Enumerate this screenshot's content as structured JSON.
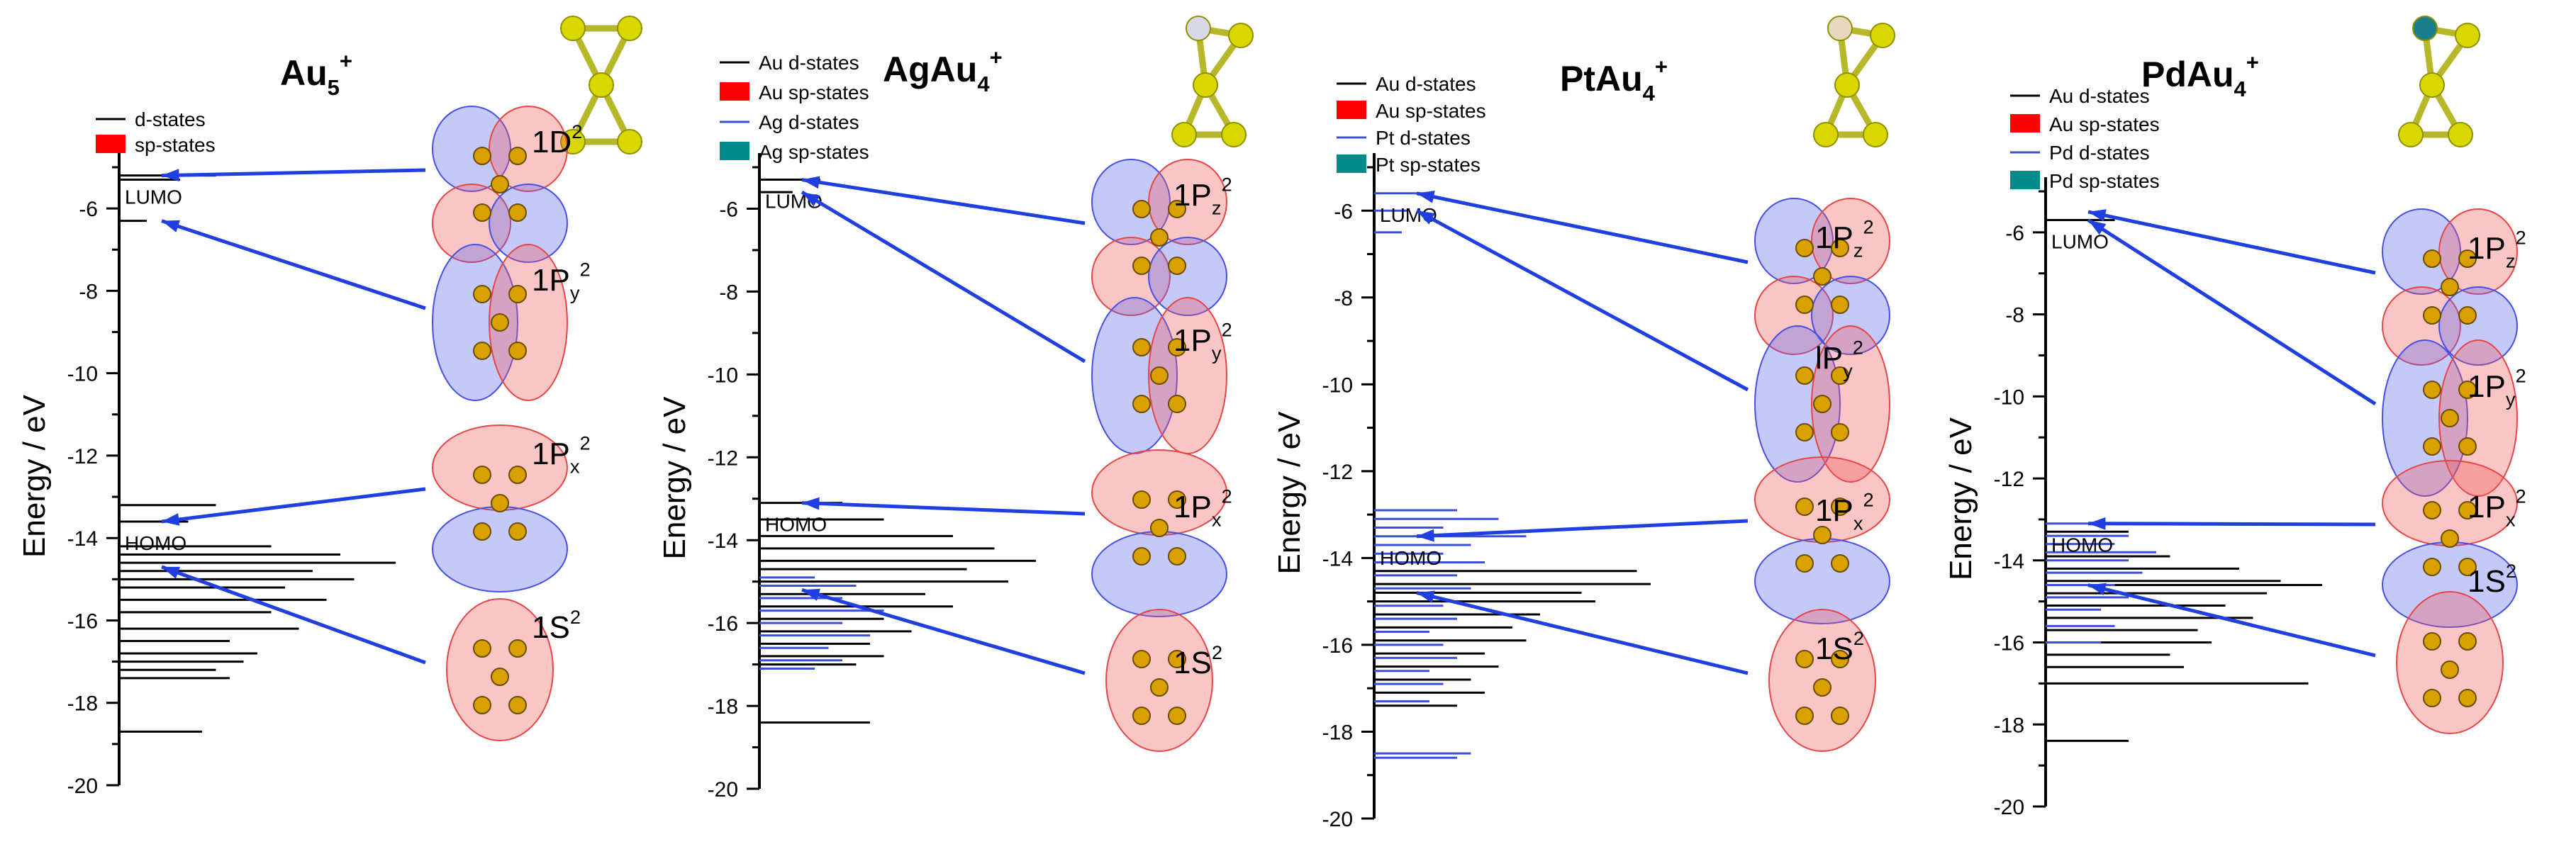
{
  "chart_data": [
    {
      "type": "bar",
      "title": "Au5+",
      "title_parts": {
        "base": "Au",
        "sub": "5",
        "sup": "+"
      },
      "ylabel": "Energy / eV",
      "ylim": [
        -20,
        -5
      ],
      "yticks": [
        -6,
        -8,
        -10,
        -12,
        -14,
        -16,
        -18,
        -20
      ],
      "legend": [
        {
          "label": "d-states",
          "color": "#000000"
        },
        {
          "label": "sp-states",
          "color": "#ff0000"
        }
      ],
      "markers": [
        {
          "label": "LUMO",
          "energy": -5.2
        },
        {
          "label": "HOMO",
          "energy": -13.6
        }
      ],
      "orbitals": [
        {
          "label": "1D2",
          "base": "1D",
          "sub": "",
          "sup": "2",
          "energy": -5.2
        },
        {
          "label": "1Py2",
          "base": "1P",
          "sub": "y",
          "sup": "2",
          "energy": -6.3
        },
        {
          "label": "1Px2",
          "base": "1P",
          "sub": "x",
          "sup": "2",
          "energy": -13.6
        },
        {
          "label": "1S2",
          "base": "1S",
          "sub": "",
          "sup": "2",
          "energy": -14.7
        }
      ],
      "series": [
        {
          "name": "d-states",
          "color": "#000000",
          "energies": [
            -5.2,
            -5.3,
            -6.3,
            -13.2,
            -13.6,
            -14.2,
            -14.4,
            -14.6,
            -14.8,
            -15.0,
            -15.2,
            -15.5,
            -15.8,
            -16.2,
            -16.5,
            -16.8,
            -17.0,
            -17.2,
            -17.4,
            -18.7
          ],
          "values": [
            0.35,
            0.22,
            0.1,
            0.35,
            0.25,
            0.55,
            0.8,
            1.0,
            0.7,
            0.85,
            0.6,
            0.75,
            0.55,
            0.65,
            0.4,
            0.5,
            0.45,
            0.35,
            0.4,
            0.3
          ]
        }
      ]
    },
    {
      "type": "bar",
      "title": "AgAu4+",
      "title_parts": {
        "base": "AgAu",
        "sub": "4",
        "sup": "+"
      },
      "ylabel": "Energy / eV",
      "ylim": [
        -20,
        -5
      ],
      "yticks": [
        -6,
        -8,
        -10,
        -12,
        -14,
        -16,
        -18,
        -20
      ],
      "legend": [
        {
          "label": "Au d-states",
          "color": "#000000"
        },
        {
          "label": "Au sp-states",
          "color": "#ff0000"
        },
        {
          "label": "Ag d-states",
          "color": "#3b4fd8"
        },
        {
          "label": "Ag sp-states",
          "color": "#008b8b"
        }
      ],
      "markers": [
        {
          "label": "LUMO",
          "energy": -5.3
        },
        {
          "label": "HOMO",
          "energy": -13.1
        }
      ],
      "orbitals": [
        {
          "label": "1Pz2",
          "base": "1P",
          "sub": "z",
          "sup": "2",
          "energy": -5.3
        },
        {
          "label": "1Py2",
          "base": "1P",
          "sub": "y",
          "sup": "2",
          "energy": -5.6
        },
        {
          "label": "1Px2",
          "base": "1P",
          "sub": "x",
          "sup": "2",
          "energy": -13.1
        },
        {
          "label": "1S2",
          "base": "1S",
          "sub": "",
          "sup": "2",
          "energy": -15.2
        }
      ],
      "series": [
        {
          "name": "Au d-states",
          "color": "#000000",
          "energies": [
            -5.3,
            -5.6,
            -13.1,
            -13.5,
            -13.9,
            -14.2,
            -14.5,
            -14.7,
            -15.0,
            -15.3,
            -15.6,
            -15.9,
            -16.2,
            -16.5,
            -16.8,
            -17.0,
            -18.4
          ],
          "values": [
            0.22,
            0.12,
            0.3,
            0.45,
            0.7,
            0.85,
            1.0,
            0.75,
            0.9,
            0.6,
            0.7,
            0.45,
            0.55,
            0.4,
            0.45,
            0.35,
            0.4
          ]
        },
        {
          "name": "Ag d-states",
          "color": "#3b4fd8",
          "energies": [
            -14.9,
            -15.1,
            -15.4,
            -15.7,
            -16.0,
            -16.3,
            -16.6,
            -16.9,
            -17.1
          ],
          "values": [
            0.2,
            0.35,
            0.3,
            0.45,
            0.3,
            0.4,
            0.25,
            0.3,
            0.2
          ]
        }
      ]
    },
    {
      "type": "bar",
      "title": "PtAu4+",
      "title_parts": {
        "base": "PtAu",
        "sub": "4",
        "sup": "+"
      },
      "ylabel": "Energy / eV",
      "ylim": [
        -20,
        -5
      ],
      "yticks": [
        -6,
        -8,
        -10,
        -12,
        -14,
        -16,
        -18,
        -20
      ],
      "legend": [
        {
          "label": "Au d-states",
          "color": "#000000"
        },
        {
          "label": "Au sp-states",
          "color": "#ff0000"
        },
        {
          "label": "Pt d-states",
          "color": "#3b4fd8"
        },
        {
          "label": "Pt sp-states",
          "color": "#008b8b"
        }
      ],
      "markers": [
        {
          "label": "LUMO",
          "energy": -5.6
        },
        {
          "label": "HOMO",
          "energy": -13.5
        }
      ],
      "orbitals": [
        {
          "label": "1Pz2",
          "base": "1P",
          "sub": "z",
          "sup": "2",
          "energy": -5.6
        },
        {
          "label": "lPy2",
          "base": "lP",
          "sub": "y",
          "sup": "2",
          "energy": -6.0
        },
        {
          "label": "1Px2",
          "base": "1P",
          "sub": "x",
          "sup": "2",
          "energy": -13.5
        },
        {
          "label": "1S2",
          "base": "1S",
          "sub": "",
          "sup": "2",
          "energy": -14.8
        }
      ],
      "series": [
        {
          "name": "Au d-states",
          "color": "#000000",
          "energies": [
            -14.3,
            -14.6,
            -14.8,
            -15.0,
            -15.3,
            -15.6,
            -15.9,
            -16.2,
            -16.5,
            -16.8,
            -17.1,
            -17.4
          ],
          "values": [
            0.95,
            1.0,
            0.75,
            0.8,
            0.6,
            0.5,
            0.55,
            0.4,
            0.45,
            0.35,
            0.4,
            0.3
          ]
        },
        {
          "name": "Pt d-states",
          "color": "#3b4fd8",
          "energies": [
            -5.6,
            -6.0,
            -6.5,
            -12.9,
            -13.1,
            -13.3,
            -13.5,
            -13.7,
            -13.9,
            -14.1,
            -14.4,
            -14.7,
            -15.1,
            -15.4,
            -15.7,
            -16.0,
            -16.3,
            -16.6,
            -16.9,
            -17.3,
            -18.5,
            -18.6
          ],
          "values": [
            0.2,
            0.12,
            0.1,
            0.3,
            0.45,
            0.25,
            0.55,
            0.35,
            0.25,
            0.4,
            0.3,
            0.35,
            0.25,
            0.3,
            0.2,
            0.25,
            0.3,
            0.2,
            0.25,
            0.2,
            0.35,
            0.3
          ]
        }
      ]
    },
    {
      "type": "bar",
      "title": "PdAu4+",
      "title_parts": {
        "base": "PdAu",
        "sub": "4",
        "sup": "+"
      },
      "ylabel": "Energy / eV",
      "ylim": [
        -20,
        -5
      ],
      "yticks": [
        -6,
        -8,
        -10,
        -12,
        -14,
        -16,
        -18,
        -20
      ],
      "legend": [
        {
          "label": "Au d-states",
          "color": "#000000"
        },
        {
          "label": "Au sp-states",
          "color": "#ff0000"
        },
        {
          "label": "Pd d-states",
          "color": "#3b4fd8"
        },
        {
          "label": "Pd sp-states",
          "color": "#008b8b"
        }
      ],
      "markers": [
        {
          "label": "LUMO",
          "energy": -5.7
        },
        {
          "label": "HOMO",
          "energy": -13.1
        }
      ],
      "orbitals": [
        {
          "label": "1Pz2",
          "base": "1P",
          "sub": "z",
          "sup": "2",
          "energy": -5.5
        },
        {
          "label": "1Py2",
          "base": "1P",
          "sub": "y",
          "sup": "2",
          "energy": -5.7
        },
        {
          "label": "1Px2",
          "base": "1P",
          "sub": "x",
          "sup": "2",
          "energy": -13.1
        },
        {
          "label": "1S2",
          "base": "1S",
          "sub": "",
          "sup": "2",
          "energy": -14.6
        }
      ],
      "series": [
        {
          "name": "Au d-states",
          "color": "#000000",
          "energies": [
            -5.7,
            -13.3,
            -13.9,
            -14.2,
            -14.5,
            -14.6,
            -14.8,
            -15.1,
            -15.4,
            -15.7,
            -16.0,
            -16.3,
            -16.6,
            -17.0,
            -18.4
          ],
          "values": [
            0.25,
            0.3,
            0.45,
            0.7,
            0.85,
            1.0,
            0.8,
            0.65,
            0.75,
            0.55,
            0.6,
            0.45,
            0.5,
            0.95,
            0.3
          ]
        },
        {
          "name": "Pd d-states",
          "color": "#3b4fd8",
          "energies": [
            -13.1,
            -13.4,
            -13.6,
            -13.8,
            -14.0,
            -14.3,
            -14.6,
            -14.9,
            -15.2,
            -15.6,
            -16.0
          ],
          "values": [
            0.2,
            0.3,
            0.25,
            0.4,
            0.3,
            0.35,
            0.25,
            0.3,
            0.2,
            0.25,
            0.2
          ]
        }
      ]
    }
  ]
}
